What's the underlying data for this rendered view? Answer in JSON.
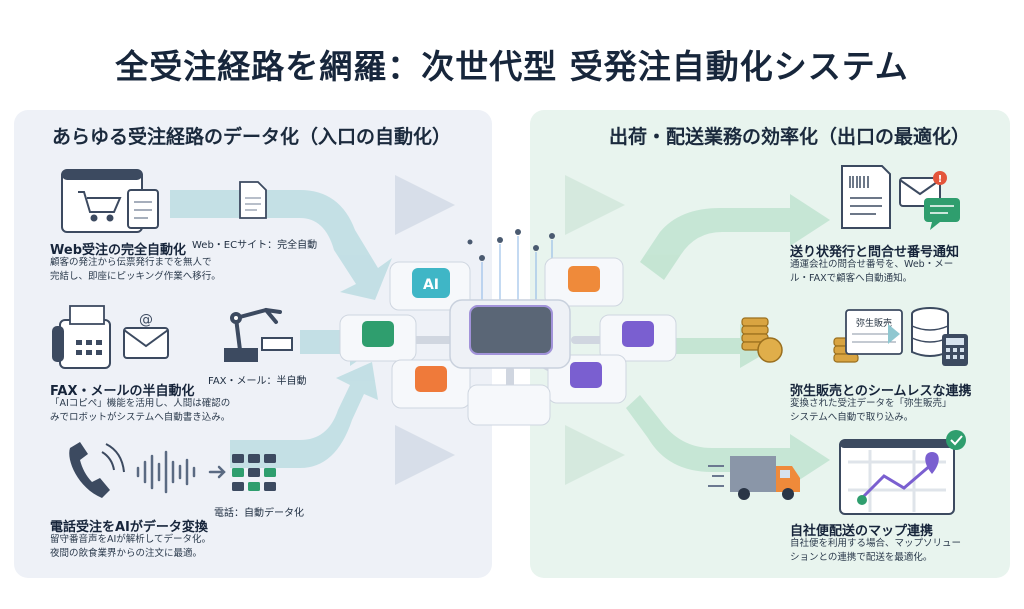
{
  "title": "全受注経路を網羅：次世代型 受発注自動化システム",
  "left_panel": {
    "title": "あらゆる受注経路のデータ化（入口の自動化）",
    "items": [
      {
        "heading": "Web受注の完全自動化",
        "desc_1": "顧客の発注から伝票発行までを無人で",
        "desc_2": "完結し、即座にピッキング作業へ移行。",
        "annotation": "Web・ECサイト：完全自動"
      },
      {
        "heading": "FAX・メールの半自動化",
        "desc_1": "「AIコピペ」機能を活用し、人間は確認の",
        "desc_2": "みでロボットがシステムへ自動書き込み。",
        "annotation": "FAX・メール：半自動"
      },
      {
        "heading": "電話受注をAIがデータ変換",
        "desc_1": "留守番音声をAIが解析してデータ化。",
        "desc_2": "夜間の飲食業界からの注文に最適。",
        "annotation": "電話：自動データ化"
      }
    ]
  },
  "right_panel": {
    "title": "出荷・配送業務の効率化（出口の最適化）",
    "items": [
      {
        "heading": "送り状発行と問合せ番号通知",
        "desc_1": "通運会社の問合せ番号を、Web・メー",
        "desc_2": "ル・FAXで顧客へ自動通知。"
      },
      {
        "heading": "弥生販売とのシームレスな連携",
        "desc_1": "変換された受注データを「弥生販売」",
        "desc_2": "システムへ自動で取り込み。",
        "tag": "弥生販売"
      },
      {
        "heading": "自社便配送のマップ連携",
        "desc_1": "自社便を利用する場合、マップソリュー",
        "desc_2": "ションとの連携で配送を最適化。"
      }
    ]
  },
  "hub": {
    "ai_label": "AI"
  },
  "colors": {
    "title": "#17263b",
    "left_bg": "#eef1f7",
    "right_bg": "#e8f4ee",
    "flow_left": "#b9dbe0",
    "flow_right": "#bfe3cf",
    "ai_teal": "#3fb6c6",
    "purple": "#7a5fd0",
    "orange": "#ef8a3a",
    "green": "#2f9e6e"
  },
  "icons": [
    "cart-icon",
    "document-icon",
    "fax-icon",
    "mail-icon",
    "robot-arm-icon",
    "phone-icon",
    "soundwave-icon",
    "keyboard-icon",
    "label-icon",
    "chat-icon",
    "coins-icon",
    "database-icon",
    "calculator-icon",
    "truck-icon",
    "map-icon"
  ]
}
